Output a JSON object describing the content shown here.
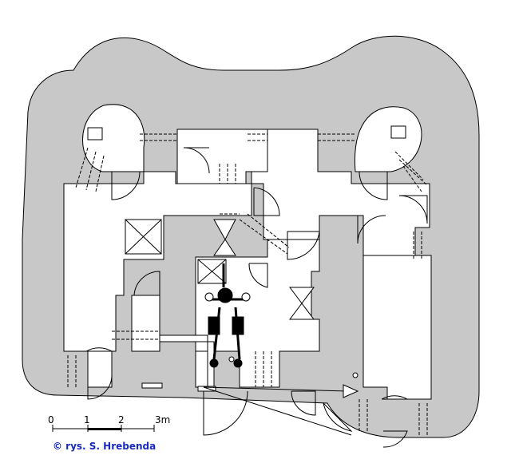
{
  "colors": {
    "concrete": "#c8c8c8",
    "wall_line": "#000000",
    "room": "#ffffff",
    "credit": "#1b2bbf"
  },
  "scale_bar": {
    "ticks": [
      "0",
      "1",
      "2",
      "3m"
    ]
  },
  "credit": "© rys. S. Hrebenda",
  "features": [
    "bunker-outline",
    "interior-rooms",
    "doors",
    "embrasures",
    "machine-gun-mount",
    "stair-well"
  ]
}
